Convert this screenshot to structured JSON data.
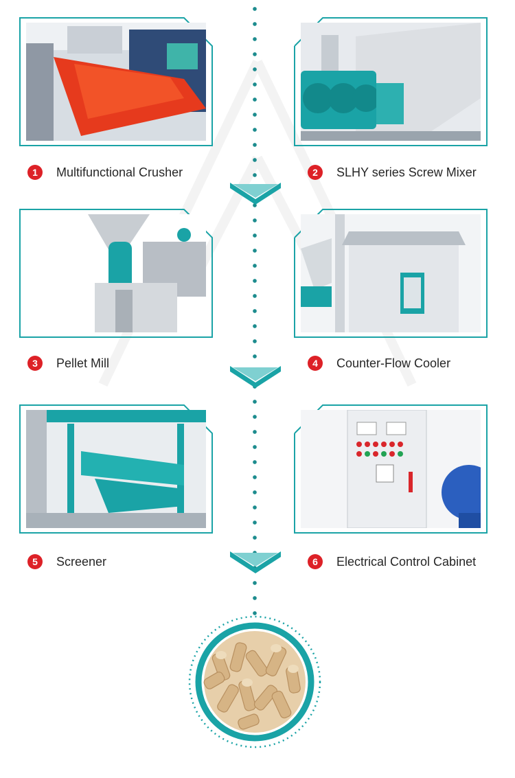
{
  "steps": [
    {
      "number": "1",
      "name": "Multifunctional Crusher"
    },
    {
      "number": "2",
      "name": "SLHY series Screw Mixer"
    },
    {
      "number": "3",
      "name": "Pellet Mill"
    },
    {
      "number": "4",
      "name": "Counter-Flow Cooler"
    },
    {
      "number": "5",
      "name": "Screener"
    },
    {
      "number": "6",
      "name": "Electrical Control Cabinet"
    }
  ],
  "colors": {
    "accent": "#1aa3a6",
    "badge": "#dd2127",
    "dots": "#1d8c8e"
  },
  "icons": [
    "chevron-down-icon",
    "dotted-line-icon"
  ]
}
